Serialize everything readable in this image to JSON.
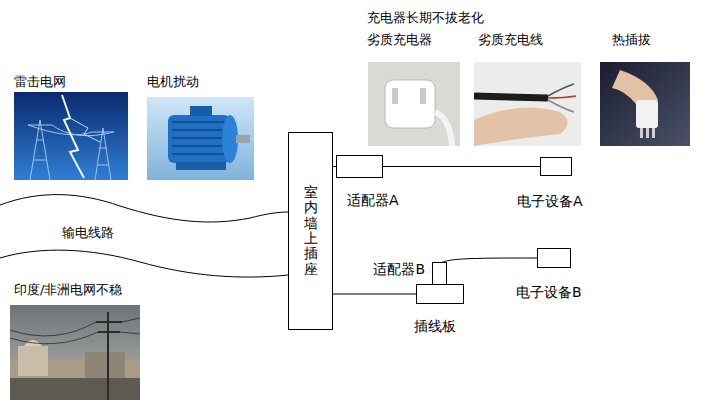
{
  "diagram": {
    "nodes": [
      {
        "text": [
          "室内墙上插座"
        ]
      },
      {
        "text": [
          "适配器A"
        ]
      },
      {
        "text": [
          "电子设备A"
        ]
      },
      {
        "text": [
          "电子设备B"
        ]
      },
      {
        "text": [
          "适配器B"
        ]
      },
      {
        "text": [
          "插线板"
        ]
      }
    ],
    "edges": [
      {
        "from": 0,
        "to": 1,
        "arrow": "none"
      },
      {
        "from": 1,
        "to": 2,
        "arrow": "none"
      },
      {
        "from": 0,
        "to": 5,
        "arrow": "none"
      },
      {
        "from": 4,
        "to": 3,
        "arrow": "none"
      }
    ],
    "labels": [
      "雷击电网",
      "电机扰动",
      "充电器长期不拔老化",
      "劣质充电器",
      "劣质充电线",
      "热插拔",
      "输电线路",
      "印度/非洲电网不稳"
    ]
  }
}
